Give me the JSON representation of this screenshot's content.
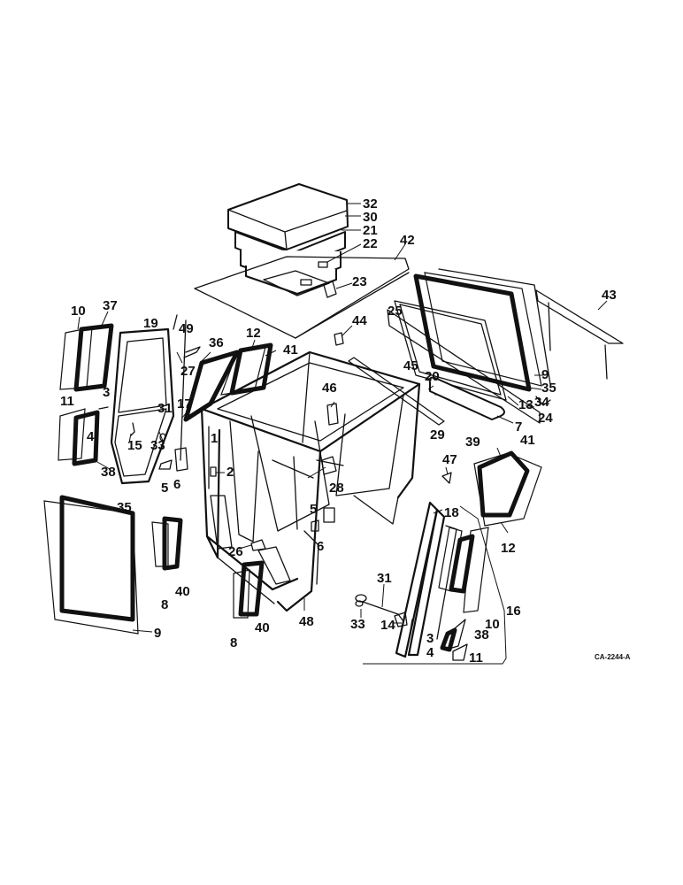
{
  "figure_code": "CA-2244-A",
  "callouts": [
    {
      "id": "c32",
      "text": "32"
    },
    {
      "id": "c30",
      "text": "30"
    },
    {
      "id": "c21",
      "text": "21"
    },
    {
      "id": "c22",
      "text": "22"
    },
    {
      "id": "c42",
      "text": "42"
    },
    {
      "id": "c23",
      "text": "23"
    },
    {
      "id": "c43",
      "text": "43"
    },
    {
      "id": "c25",
      "text": "25"
    },
    {
      "id": "c44",
      "text": "44"
    },
    {
      "id": "c10a",
      "text": "10"
    },
    {
      "id": "c37",
      "text": "37"
    },
    {
      "id": "c19",
      "text": "19"
    },
    {
      "id": "c49",
      "text": "49"
    },
    {
      "id": "c36",
      "text": "36"
    },
    {
      "id": "c12a",
      "text": "12"
    },
    {
      "id": "c41a",
      "text": "41"
    },
    {
      "id": "c27",
      "text": "27"
    },
    {
      "id": "c9a",
      "text": "9"
    },
    {
      "id": "c35a",
      "text": "35"
    },
    {
      "id": "c45",
      "text": "45"
    },
    {
      "id": "c20",
      "text": "20"
    },
    {
      "id": "c13",
      "text": "13"
    },
    {
      "id": "c34",
      "text": "34"
    },
    {
      "id": "c24",
      "text": "24"
    },
    {
      "id": "c3a",
      "text": "3"
    },
    {
      "id": "c11a",
      "text": "11"
    },
    {
      "id": "c31a",
      "text": "31"
    },
    {
      "id": "c17",
      "text": "17"
    },
    {
      "id": "c46",
      "text": "46"
    },
    {
      "id": "c7",
      "text": "7"
    },
    {
      "id": "c4a",
      "text": "4"
    },
    {
      "id": "c15",
      "text": "15"
    },
    {
      "id": "c33a",
      "text": "33"
    },
    {
      "id": "c1",
      "text": "1"
    },
    {
      "id": "c29",
      "text": "29"
    },
    {
      "id": "c39",
      "text": "39"
    },
    {
      "id": "c41b",
      "text": "41"
    },
    {
      "id": "c38a",
      "text": "38"
    },
    {
      "id": "c2",
      "text": "2"
    },
    {
      "id": "c47",
      "text": "47"
    },
    {
      "id": "c5a",
      "text": "5"
    },
    {
      "id": "c6a",
      "text": "6"
    },
    {
      "id": "c28",
      "text": "28"
    },
    {
      "id": "c35b",
      "text": "35"
    },
    {
      "id": "c5b",
      "text": "5"
    },
    {
      "id": "c18",
      "text": "18"
    },
    {
      "id": "c6b",
      "text": "6"
    },
    {
      "id": "c12b",
      "text": "12"
    },
    {
      "id": "c26",
      "text": "26"
    },
    {
      "id": "c40a",
      "text": "40"
    },
    {
      "id": "c8a",
      "text": "8"
    },
    {
      "id": "c31b",
      "text": "31"
    },
    {
      "id": "c16",
      "text": "16"
    },
    {
      "id": "c33b",
      "text": "33"
    },
    {
      "id": "c48",
      "text": "48"
    },
    {
      "id": "c14",
      "text": "14"
    },
    {
      "id": "c10b",
      "text": "10"
    },
    {
      "id": "c9b",
      "text": "9"
    },
    {
      "id": "c40b",
      "text": "40"
    },
    {
      "id": "c8b",
      "text": "8"
    },
    {
      "id": "c3b",
      "text": "3"
    },
    {
      "id": "c38b",
      "text": "38"
    },
    {
      "id": "c4b",
      "text": "4"
    },
    {
      "id": "c11b",
      "text": "11"
    }
  ]
}
